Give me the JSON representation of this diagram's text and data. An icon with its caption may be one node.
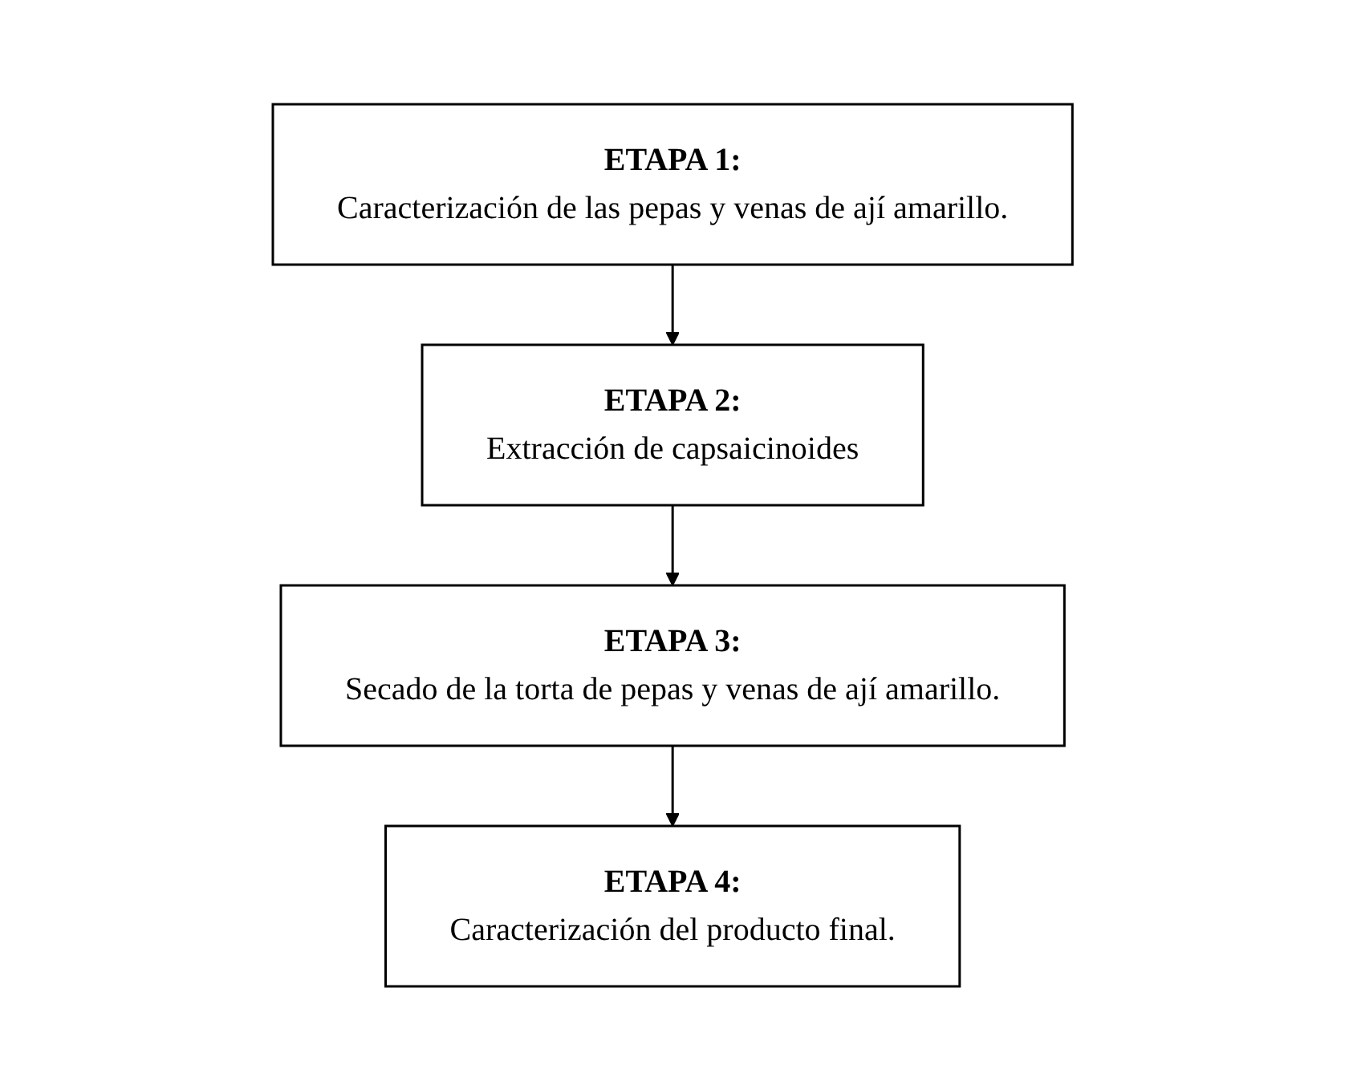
{
  "diagram": {
    "nodes": [
      {
        "text": [
          "ETAPA 1:",
          "Caracterización de las pepas y venas de ají amarillo."
        ]
      },
      {
        "text": [
          "ETAPA 2:",
          "Extracción de capsaicinoides"
        ]
      },
      {
        "text": [
          "ETAPA 3:",
          "Secado de la torta de pepas y venas de ají amarillo."
        ]
      },
      {
        "text": [
          "ETAPA 4:",
          "Caracterización del producto final."
        ]
      }
    ],
    "edges": [
      {
        "from": 0,
        "to": 1,
        "arrow": "to"
      },
      {
        "from": 1,
        "to": 2,
        "arrow": "to"
      },
      {
        "from": 2,
        "to": 3,
        "arrow": "to"
      }
    ]
  }
}
